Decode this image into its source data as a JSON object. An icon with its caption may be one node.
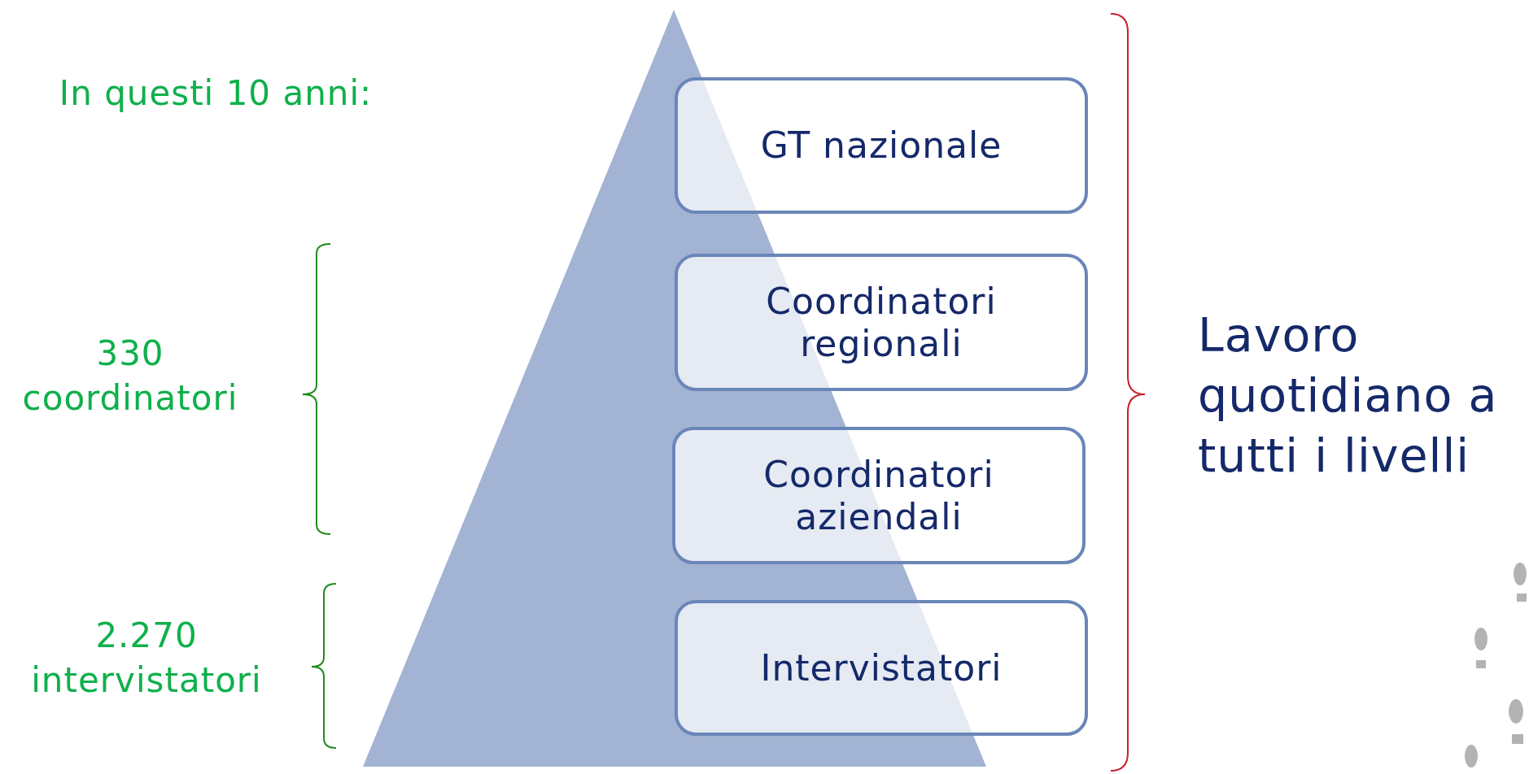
{
  "diagram": {
    "nodes": [
      {
        "text": [
          "GT nazionale"
        ]
      },
      {
        "text": [
          "Coordinatori regionali"
        ]
      },
      {
        "text": [
          "Coordinatori aziendali"
        ]
      },
      {
        "text": [
          "Intervistatori"
        ]
      }
    ],
    "labels": [
      "In questi 10 anni:",
      "330 coordinatori",
      "2.270 intervistatori",
      "Lavoro quotidiano a tutti i livelli"
    ]
  }
}
